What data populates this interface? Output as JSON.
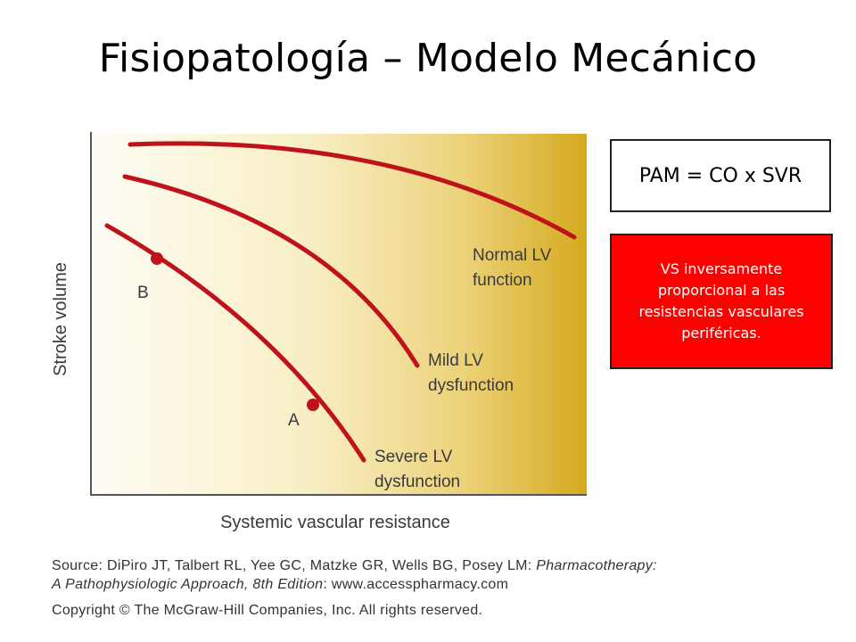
{
  "title": "Fisiopatología – Modelo Mecánico",
  "figure": {
    "y_axis_label": "Stroke volume",
    "x_axis_label": "Systemic vascular resistance",
    "curves": [
      {
        "label_line1": "Normal LV",
        "label_line2": "function"
      },
      {
        "label_line1": "Mild LV",
        "label_line2": "dysfunction"
      },
      {
        "label_line1": "Severe LV",
        "label_line2": "dysfunction"
      }
    ],
    "points": [
      {
        "label": "B"
      },
      {
        "label": "A"
      }
    ],
    "colors": {
      "curve": "#c0121a",
      "gradient_start": "#fefdf6",
      "gradient_end": "#d5aa1e",
      "axis": "#555555"
    }
  },
  "source": {
    "prefix": "Source: DiPiro JT, Talbert RL, Yee GC, Matzke GR, Wells BG, Posey LM: ",
    "book_title": "Pharmacotherapy:",
    "book_title_2": "A Pathophysiologic Approach, 8th Edition",
    "suffix": ": www.accesspharmacy.com",
    "copyright": "Copyright © The McGraw-Hill Companies, Inc. All rights reserved."
  },
  "formula_box": {
    "text": "PAM = CO x SVR"
  },
  "note_box": {
    "text": "VS inversamente proporcional a las resistencias vasculares periféricas.",
    "background": "#ff0000"
  }
}
